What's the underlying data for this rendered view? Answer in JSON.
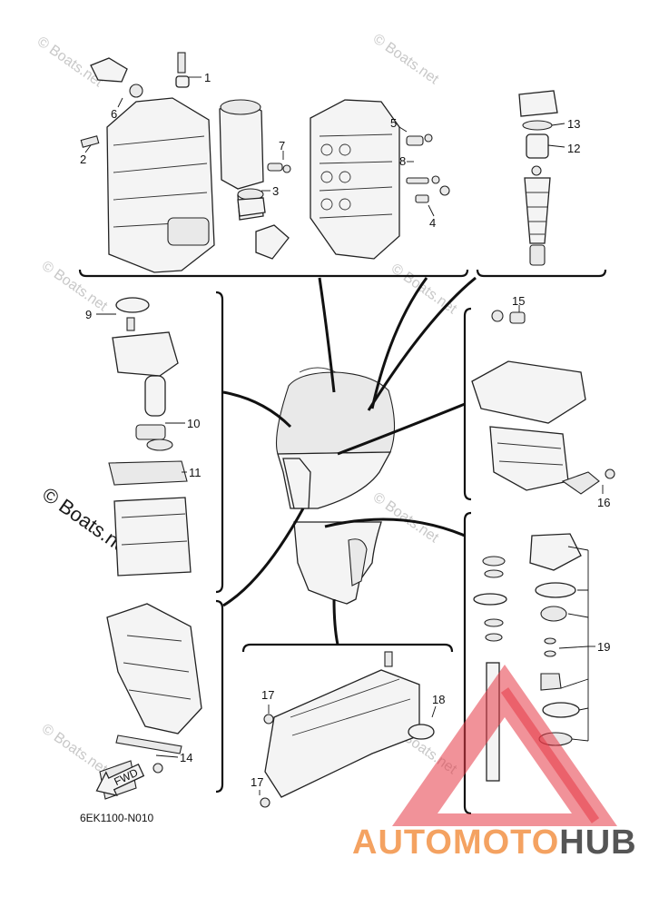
{
  "diagram": {
    "code": "6EK1100-N010",
    "fwd_label": "FWD",
    "callouts": [
      "1",
      "2",
      "3",
      "4",
      "5",
      "6",
      "7",
      "8",
      "9",
      "10",
      "11",
      "12",
      "13",
      "14",
      "15",
      "16",
      "17",
      "17",
      "18",
      "19"
    ]
  },
  "watermarks": {
    "small": "© Boats.net",
    "large": "© Boats.net"
  },
  "brand": {
    "part1": "AUTOMOTO",
    "part2": "HUB",
    "color_primary": "#f4a261",
    "color_secondary": "#444444",
    "logo_color": "#e63946"
  }
}
